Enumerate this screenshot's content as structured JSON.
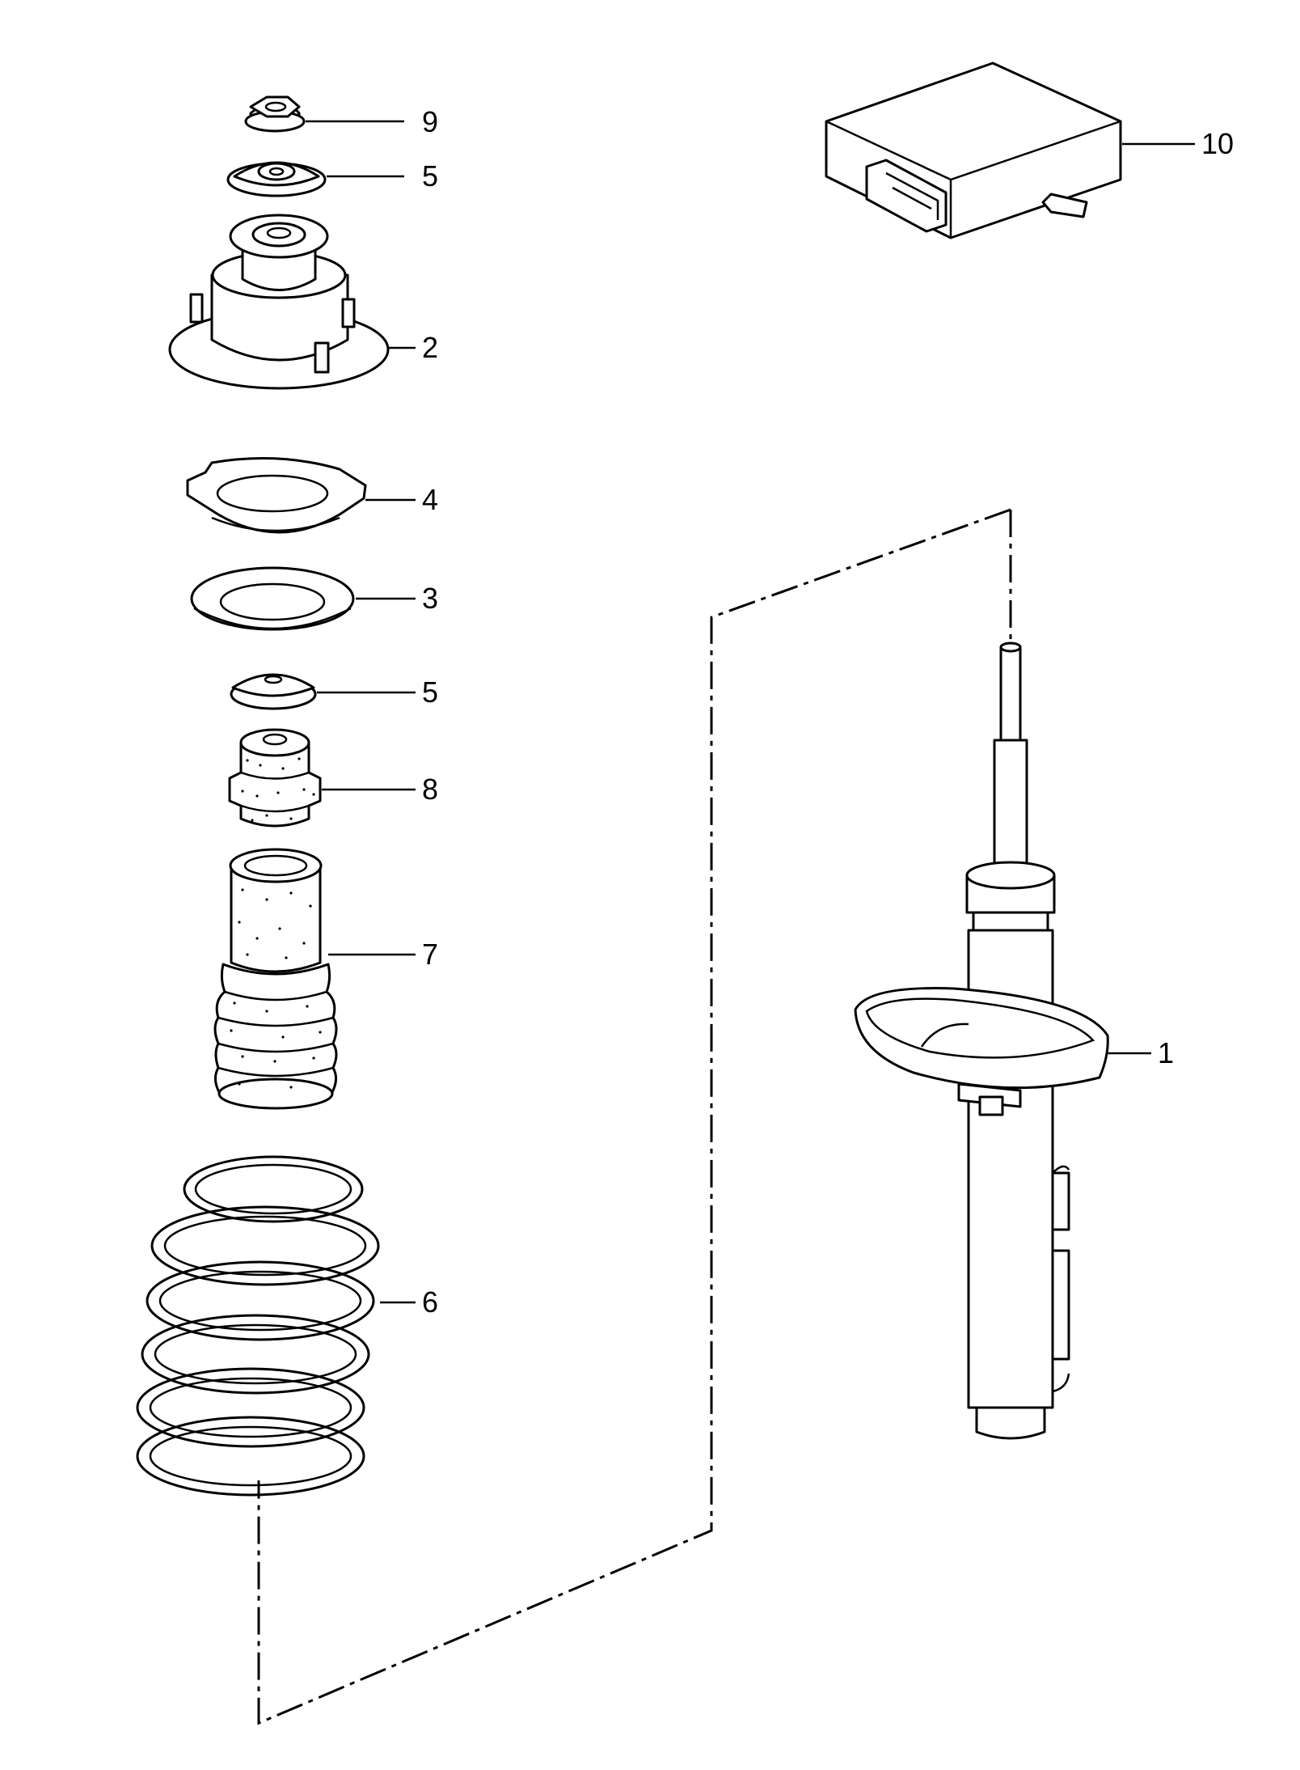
{
  "callouts": {
    "c1": "1",
    "c2": "2",
    "c3": "3",
    "c4": "4",
    "c5a": "5",
    "c5b": "5",
    "c6": "6",
    "c7": "7",
    "c8": "8",
    "c9": "9",
    "c10": "10"
  },
  "colors": {
    "line": "#000000",
    "background": "#ffffff"
  }
}
